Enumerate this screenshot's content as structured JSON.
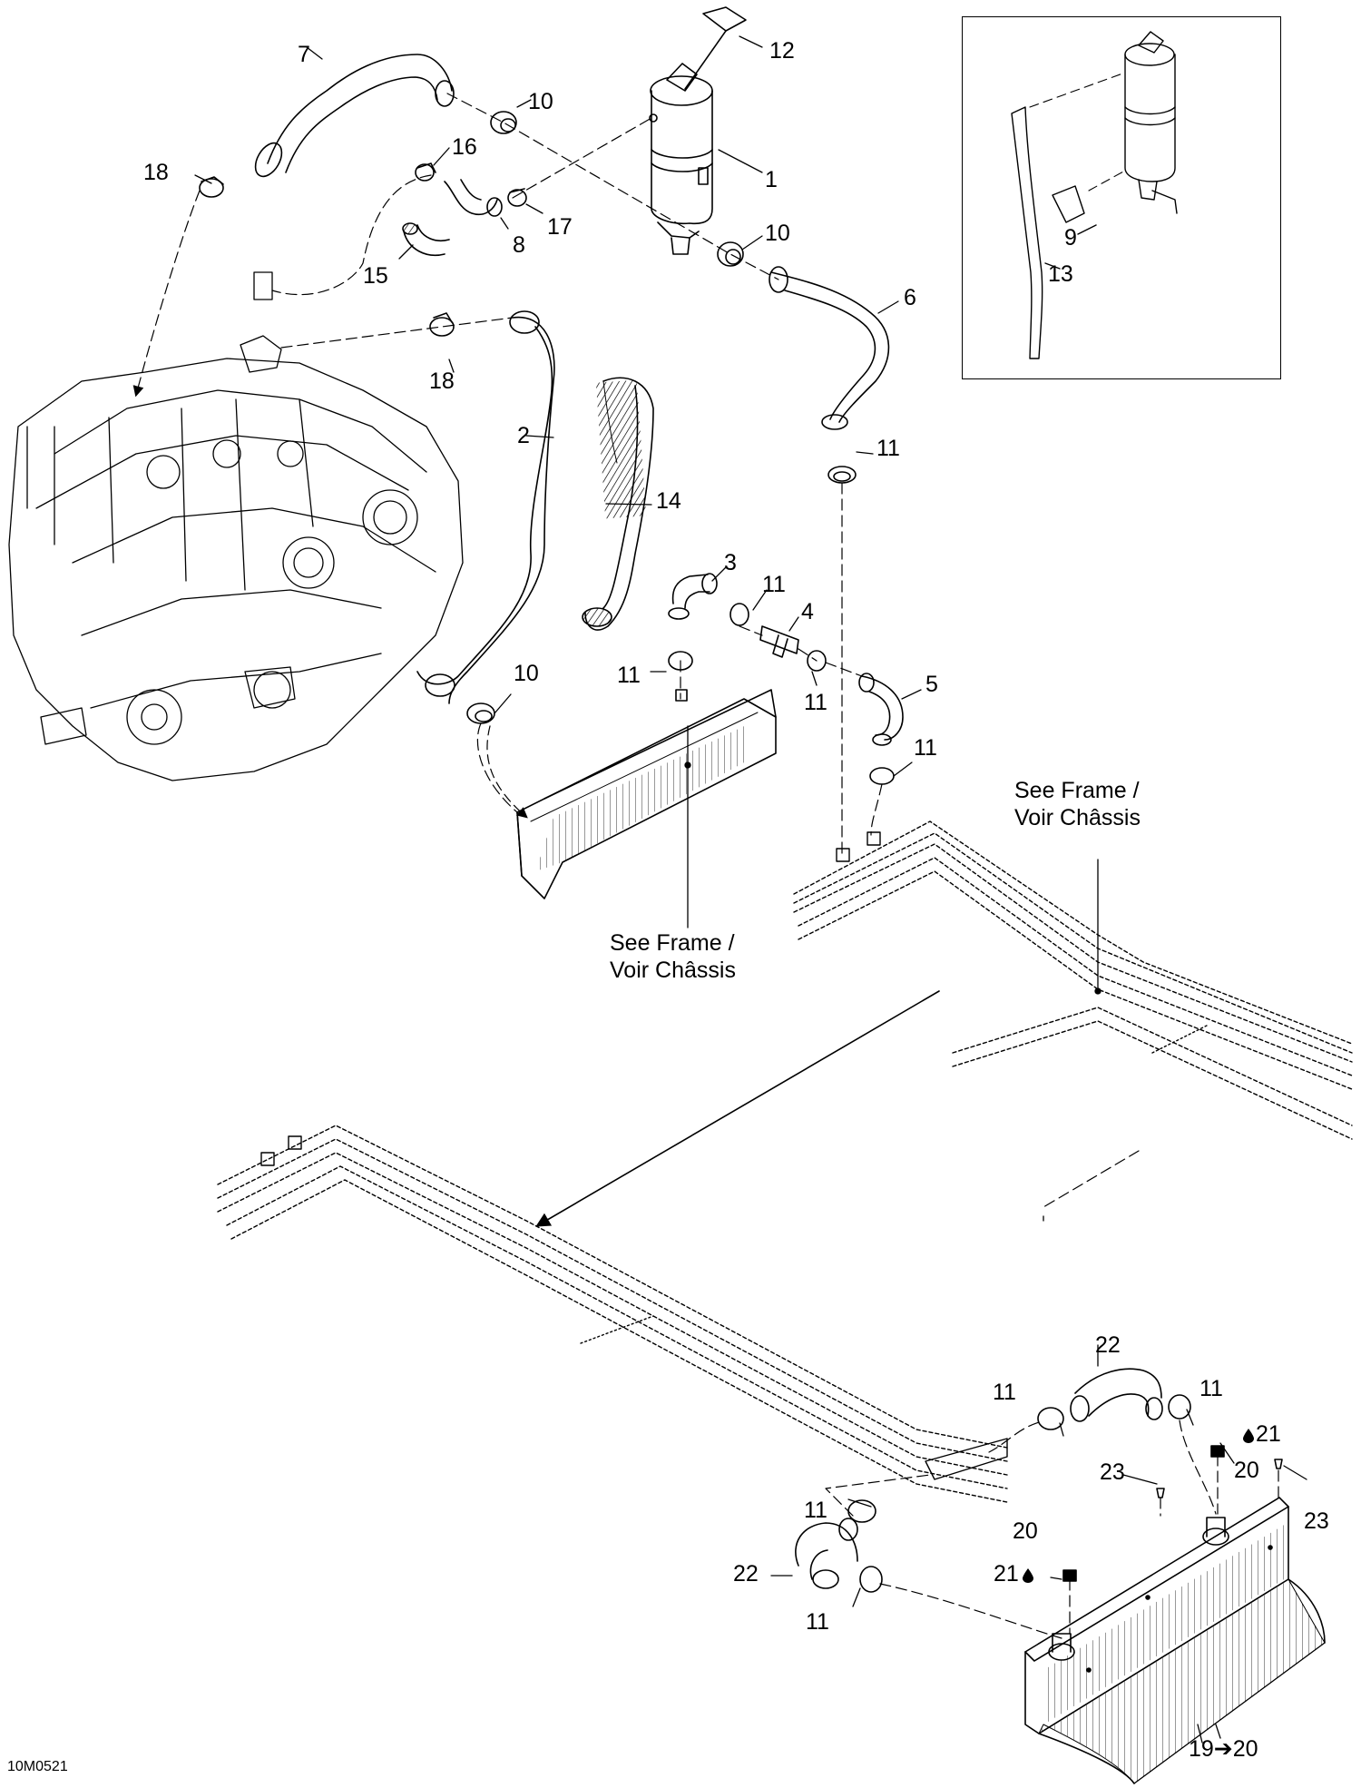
{
  "callouts": {
    "c12": "12",
    "c7": "7",
    "c10a": "10",
    "c16": "16",
    "c18a": "18",
    "c1": "1",
    "c17": "17",
    "c8": "8",
    "c10b": "10",
    "c15": "15",
    "c6": "6",
    "c9": "9",
    "c13": "13",
    "c18b": "18",
    "c2": "2",
    "c11a": "11",
    "c14": "14",
    "c3": "3",
    "c11b": "11",
    "c4": "4",
    "c11c": "11",
    "c10c": "10",
    "c11d": "11",
    "c5": "5",
    "c11e": "11",
    "c22a": "22",
    "c11f": "11",
    "c11g": "11",
    "c21a": "21",
    "c23a": "23",
    "c20a": "20",
    "c23b": "23",
    "c11h": "11",
    "c20b": "20",
    "c21b": "21",
    "c22b": "22",
    "c11i": "11",
    "c19": "19➔20"
  },
  "notes": {
    "frame_right_1": "See Frame /",
    "frame_right_2": "Voir Châssis",
    "frame_center_1": "See Frame /",
    "frame_center_2": "Voir Châssis"
  },
  "drawing_code": "10M0521",
  "colors": {
    "line": "#000000",
    "fill": "#ffffff",
    "shade": "#555555"
  },
  "icons": [
    "oil-drop-icon"
  ]
}
